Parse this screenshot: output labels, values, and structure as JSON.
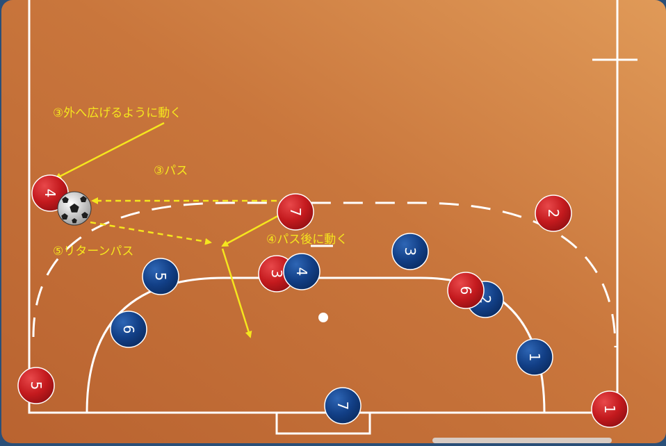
{
  "annotations": {
    "move_wide": "③外へ広げるように動く",
    "pass": "③パス",
    "after_pass": "④パス後に動く",
    "return_pass": "⑤リターンパス"
  },
  "colors": {
    "court": "#c8733a",
    "red_team": "#c41a1e",
    "blue_team": "#123f86",
    "arrow": "#f5e61e",
    "lines": "#ffffff"
  },
  "players": {
    "red": [
      {
        "number": "4"
      },
      {
        "number": "7"
      },
      {
        "number": "2"
      },
      {
        "number": "3"
      },
      {
        "number": "6"
      },
      {
        "number": "5"
      },
      {
        "number": "1"
      }
    ],
    "blue": [
      {
        "number": "5"
      },
      {
        "number": "4"
      },
      {
        "number": "3"
      },
      {
        "number": "2"
      },
      {
        "number": "6"
      },
      {
        "number": "1"
      },
      {
        "number": "7"
      }
    ]
  },
  "ball": {
    "icon": "soccer-ball-icon"
  }
}
